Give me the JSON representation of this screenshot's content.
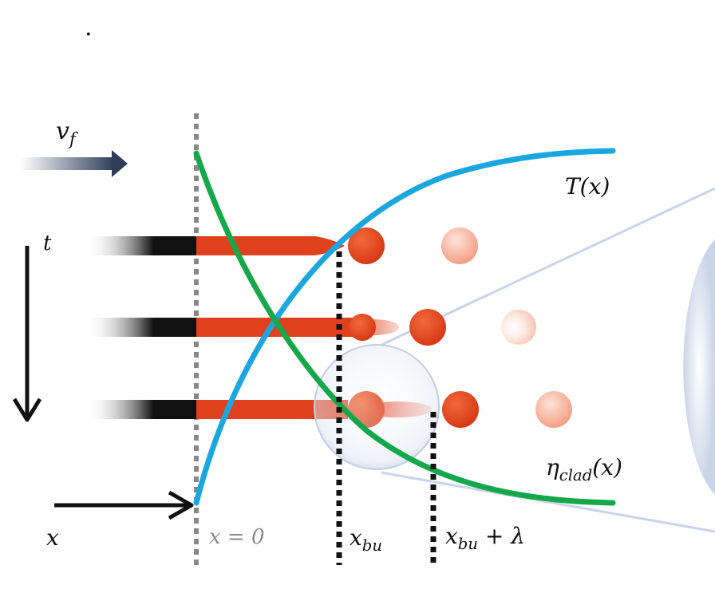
{
  "labels": {
    "flow_velocity": "v",
    "flow_velocity_sub": "f",
    "time_axis": "t",
    "space_axis": "x",
    "temperature_curve": "T(x)",
    "viscosity_curve_symbol": "η",
    "viscosity_curve_sub": "clad",
    "viscosity_curve_arg": "(x)",
    "origin_marker": "x = 0",
    "breakup_marker_symbol": "x",
    "breakup_marker_sub": "bu",
    "breakup_plus_wavelength_symbol": "x",
    "breakup_plus_wavelength_sub": "bu",
    "breakup_plus_wavelength_suffix": " + λ",
    "top_dot": "."
  },
  "colors": {
    "fiber_core": "#e0401c",
    "droplet": "#e0401c",
    "temperature": "#1aa7e0",
    "viscosity": "#14a84a",
    "guide_line": "#111111",
    "origin_line": "#888888",
    "magnifier": "#c8d4ea"
  },
  "icons": {
    "flow_arrow": "gradient-arrow-right-icon",
    "time_arrow": "arrow-down-icon",
    "space_arrow": "arrow-right-icon"
  }
}
